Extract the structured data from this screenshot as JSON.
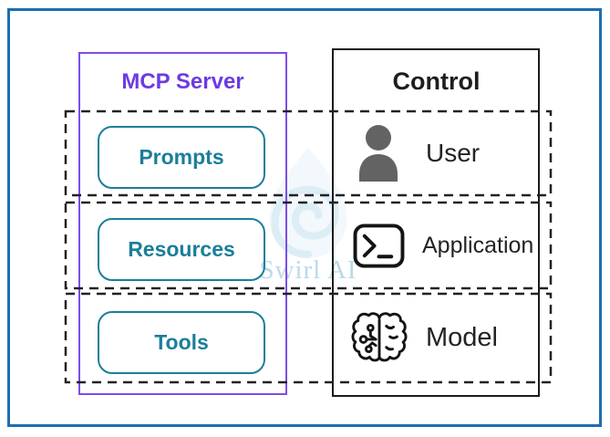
{
  "colors": {
    "outer_border": "#1c6eb4",
    "purple_border": "#7d4de6",
    "purple_text": "#6c3be2",
    "teal": "#1b7e9b",
    "dashed_line": "#222222",
    "label_dark": "#232323",
    "user_icon_gray": "#636363",
    "watermark_blue": "#a9d0e6"
  },
  "mcp_server": {
    "title": "MCP Server",
    "items": [
      "Prompts",
      "Resources",
      "Tools"
    ]
  },
  "control": {
    "title": "Control",
    "items": [
      {
        "icon": "user-icon",
        "label": "User"
      },
      {
        "icon": "terminal-icon",
        "label": "Application"
      },
      {
        "icon": "brain-icon",
        "label": "Model"
      }
    ]
  },
  "watermark": {
    "text": "Swirl AI"
  }
}
